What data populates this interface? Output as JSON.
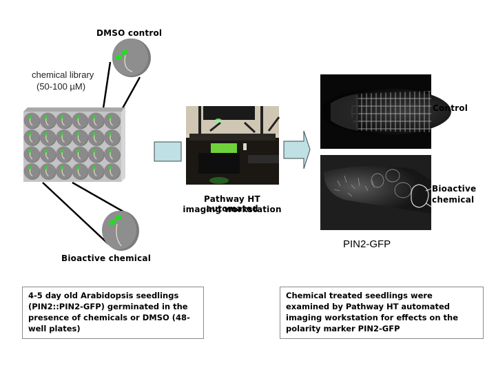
{
  "labels": {
    "dmso_control": "DMSO control",
    "chemical_library_line1": "chemical library",
    "chemical_library_line2": "(50-100 µM)",
    "bioactive_chemical_bottom": "Bioactive chemical",
    "workstation_line1": "Pathway HT automated",
    "workstation_line2": "imaging workstation",
    "control_right": "Control",
    "bioactive_right_line1": "Bioactive",
    "bioactive_right_line2": "chemical",
    "pin2_gfp": "PIN2-GFP"
  },
  "boxes": {
    "left": "4-5 day old Arabidopsis seedlings (PIN2::PIN2-GFP) germinated in the presence of chemicals  or DMSO (48-well plates)",
    "right": "Chemical treated seedlings were examined by Pathway HT automated imaging workstation  for effects on the polarity marker PIN2-GFP"
  },
  "well_plate": {
    "rows": 4,
    "columns": 6
  },
  "colors": {
    "arrow_fill": "#bfe0e4",
    "arrow_stroke": "#3c4a4c",
    "well_gray": "#8a8a8a",
    "leaf_green": "#22dd22",
    "plate_gray": "#c4c4c4"
  }
}
